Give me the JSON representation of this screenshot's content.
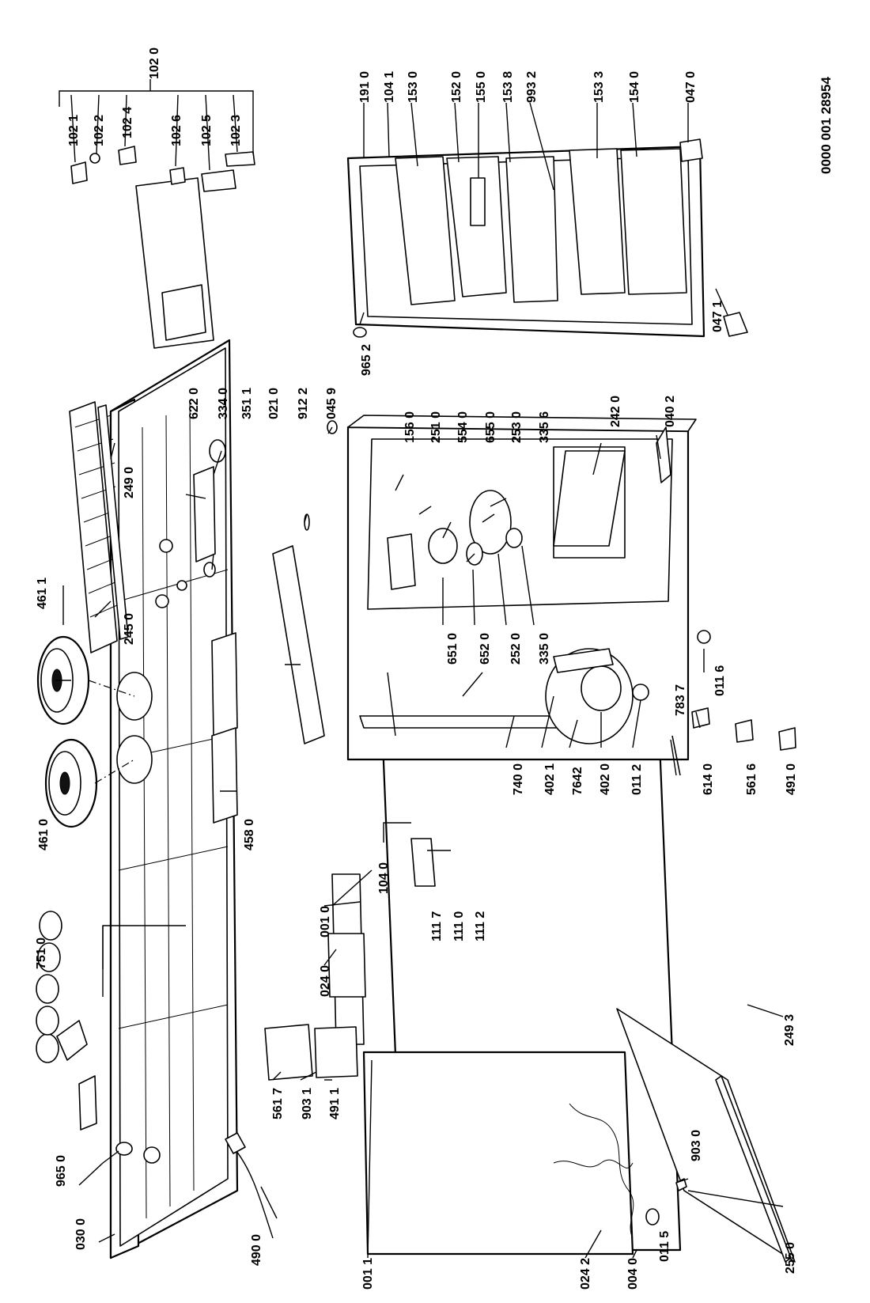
{
  "document_ref": "0000 001 28954",
  "labels": [
    "965 0",
    "030 0",
    "490 0",
    "001 1",
    "024 2",
    "004 0",
    "011 5",
    "255 0",
    "249 3",
    "903 0",
    "491 1",
    "903 1",
    "561 7",
    "024 0",
    "001 0",
    "104 0",
    "111 7",
    "111 0",
    "111 2",
    "751 0",
    "461 0",
    "458 0",
    "461 1",
    "245 0",
    "249 0",
    "622 0",
    "334 0",
    "351 1",
    "021 0",
    "912 2",
    "045 9",
    "156 0",
    "251 0",
    "554 0",
    "655 0",
    "253 0",
    "335 6",
    "651 0",
    "652 0",
    "252 0",
    "335 0",
    "242 0",
    "040 2",
    "740 0",
    "402 1",
    "7642",
    "402 0",
    "011 2",
    "783 7",
    "011 6",
    "614 0",
    "561 6",
    "491 0",
    "102 0",
    "102 1",
    "102 2",
    "102 4",
    "102 6",
    "102 5",
    "102 3",
    "965 2",
    "191 0",
    "104 1",
    "153 0",
    "152 0",
    "155 0",
    "153 8",
    "993 2",
    "153 3",
    "154 0",
    "047 0",
    "047 1"
  ]
}
